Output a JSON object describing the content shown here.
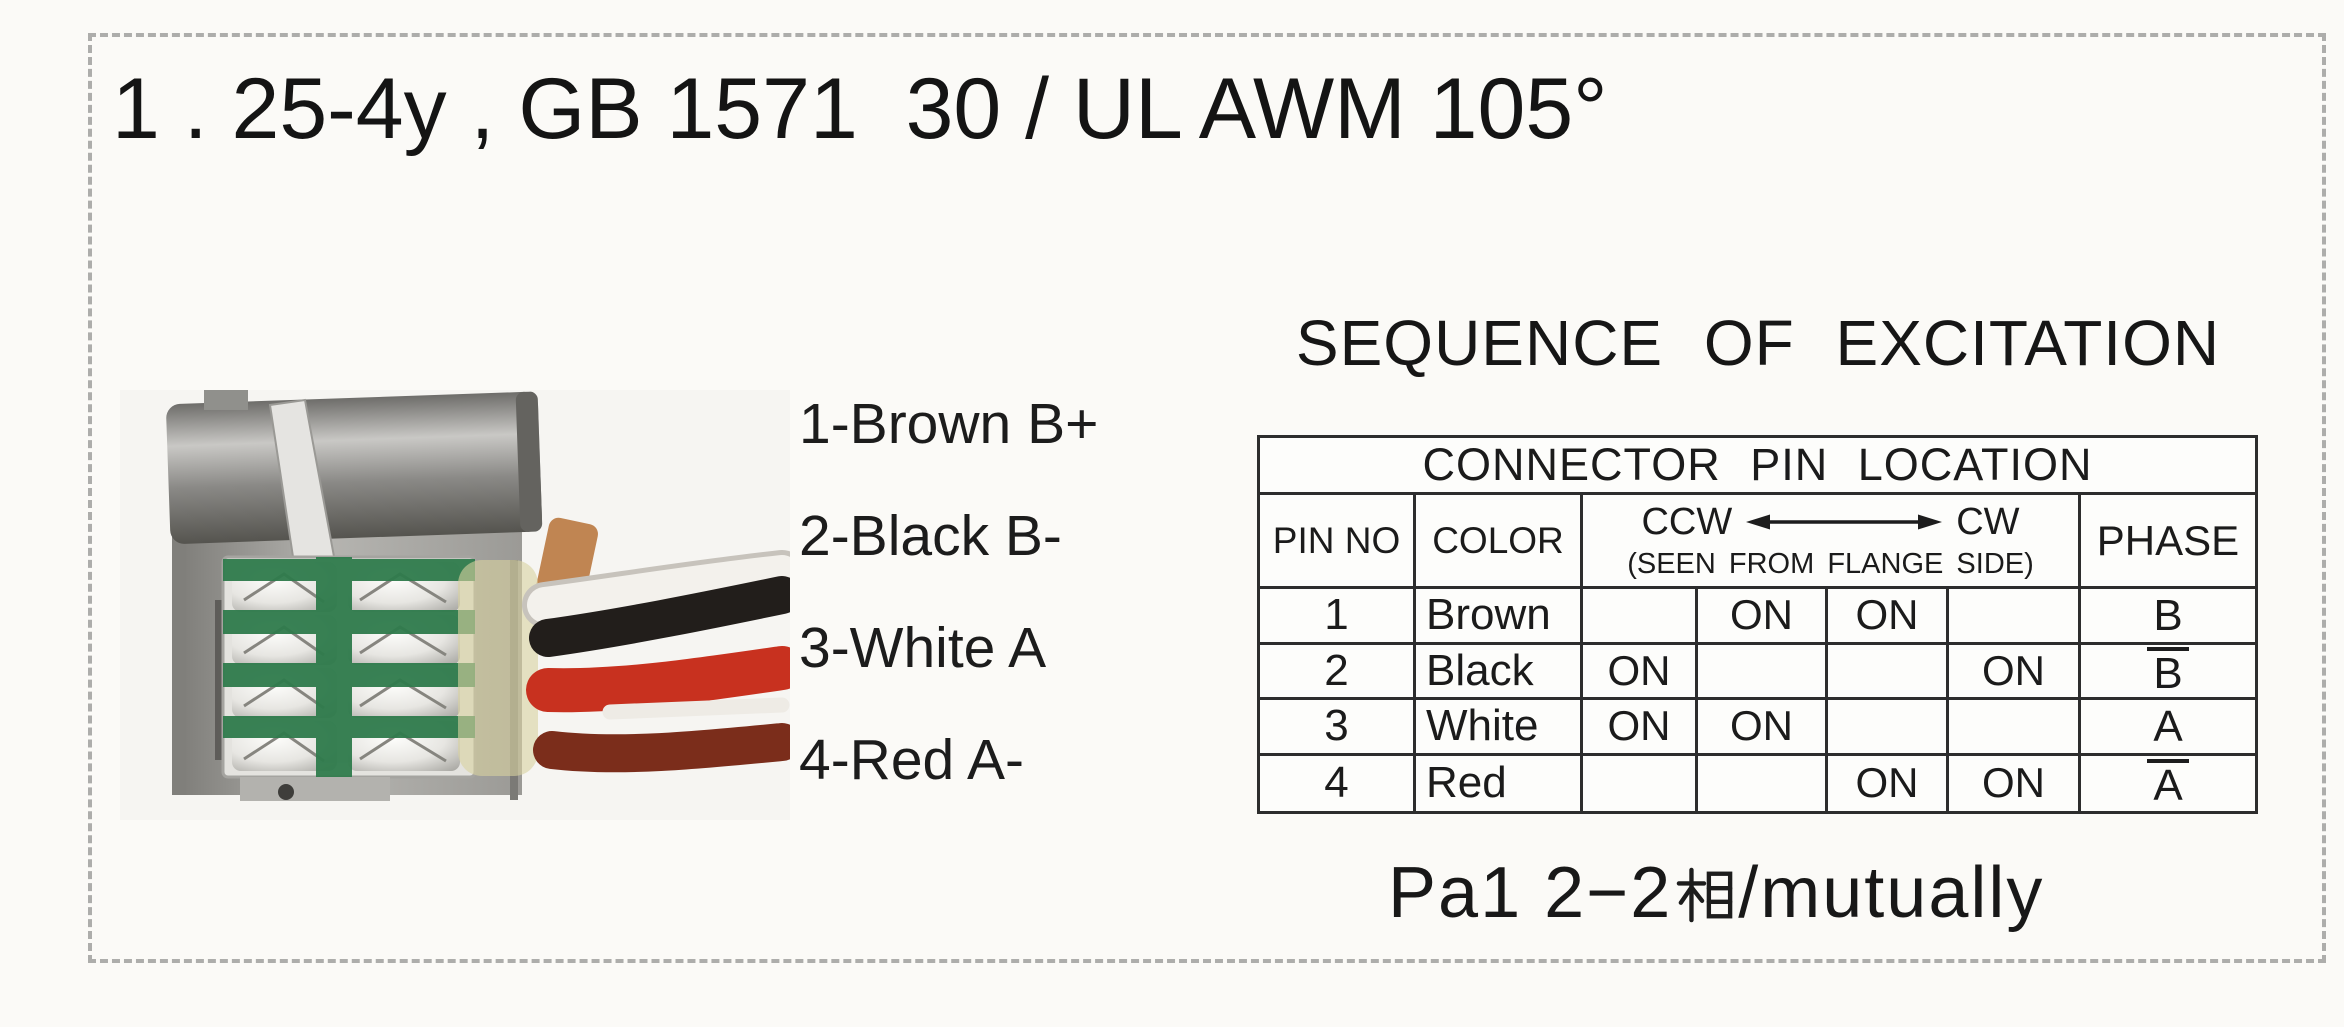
{
  "header": {
    "title": "1 . 25-4y , GB 1571  30 / UL AWM 105°"
  },
  "wire_labels": {
    "items": [
      {
        "label": "1-Brown B+"
      },
      {
        "label": "2-Black B-"
      },
      {
        "label": "3-White A"
      },
      {
        "label": "4-Red A-"
      }
    ]
  },
  "excitation": {
    "section_title": "SEQUENCE OF EXCITATION",
    "table": {
      "title": "CONNECTOR PIN LOCATION",
      "col_pin": "PIN NO",
      "col_color": "COLOR",
      "dir_ccw": "CCW",
      "dir_cw": "CW",
      "dir_note": "(SEEN FROM FLANGE SIDE)",
      "col_phase": "PHASE",
      "rows": [
        {
          "pin": "1",
          "color": "Brown",
          "steps": [
            "",
            "ON",
            "ON",
            ""
          ],
          "phase": "B",
          "phase_overline": false
        },
        {
          "pin": "2",
          "color": "Black",
          "steps": [
            "ON",
            "",
            "",
            "ON"
          ],
          "phase": "B",
          "phase_overline": true
        },
        {
          "pin": "3",
          "color": "White",
          "steps": [
            "ON",
            "ON",
            "",
            ""
          ],
          "phase": "A",
          "phase_overline": false
        },
        {
          "pin": "4",
          "color": "Red",
          "steps": [
            "",
            "",
            "ON",
            "ON"
          ],
          "phase": "A",
          "phase_overline": true
        }
      ]
    },
    "footnote": {
      "full_text": "Pa1 2−2相/mutually",
      "prefix": "Pa1 2−2",
      "cjk_char": "相",
      "suffix": "/mutually"
    }
  },
  "photo": {
    "wire_hex": {
      "white": "#f3f1ec",
      "black": "#221e1b",
      "red": "#c8311f",
      "dark_red": "#7b2d1b"
    },
    "tape_green": "#2f7b4c",
    "copper": "#c08552"
  }
}
